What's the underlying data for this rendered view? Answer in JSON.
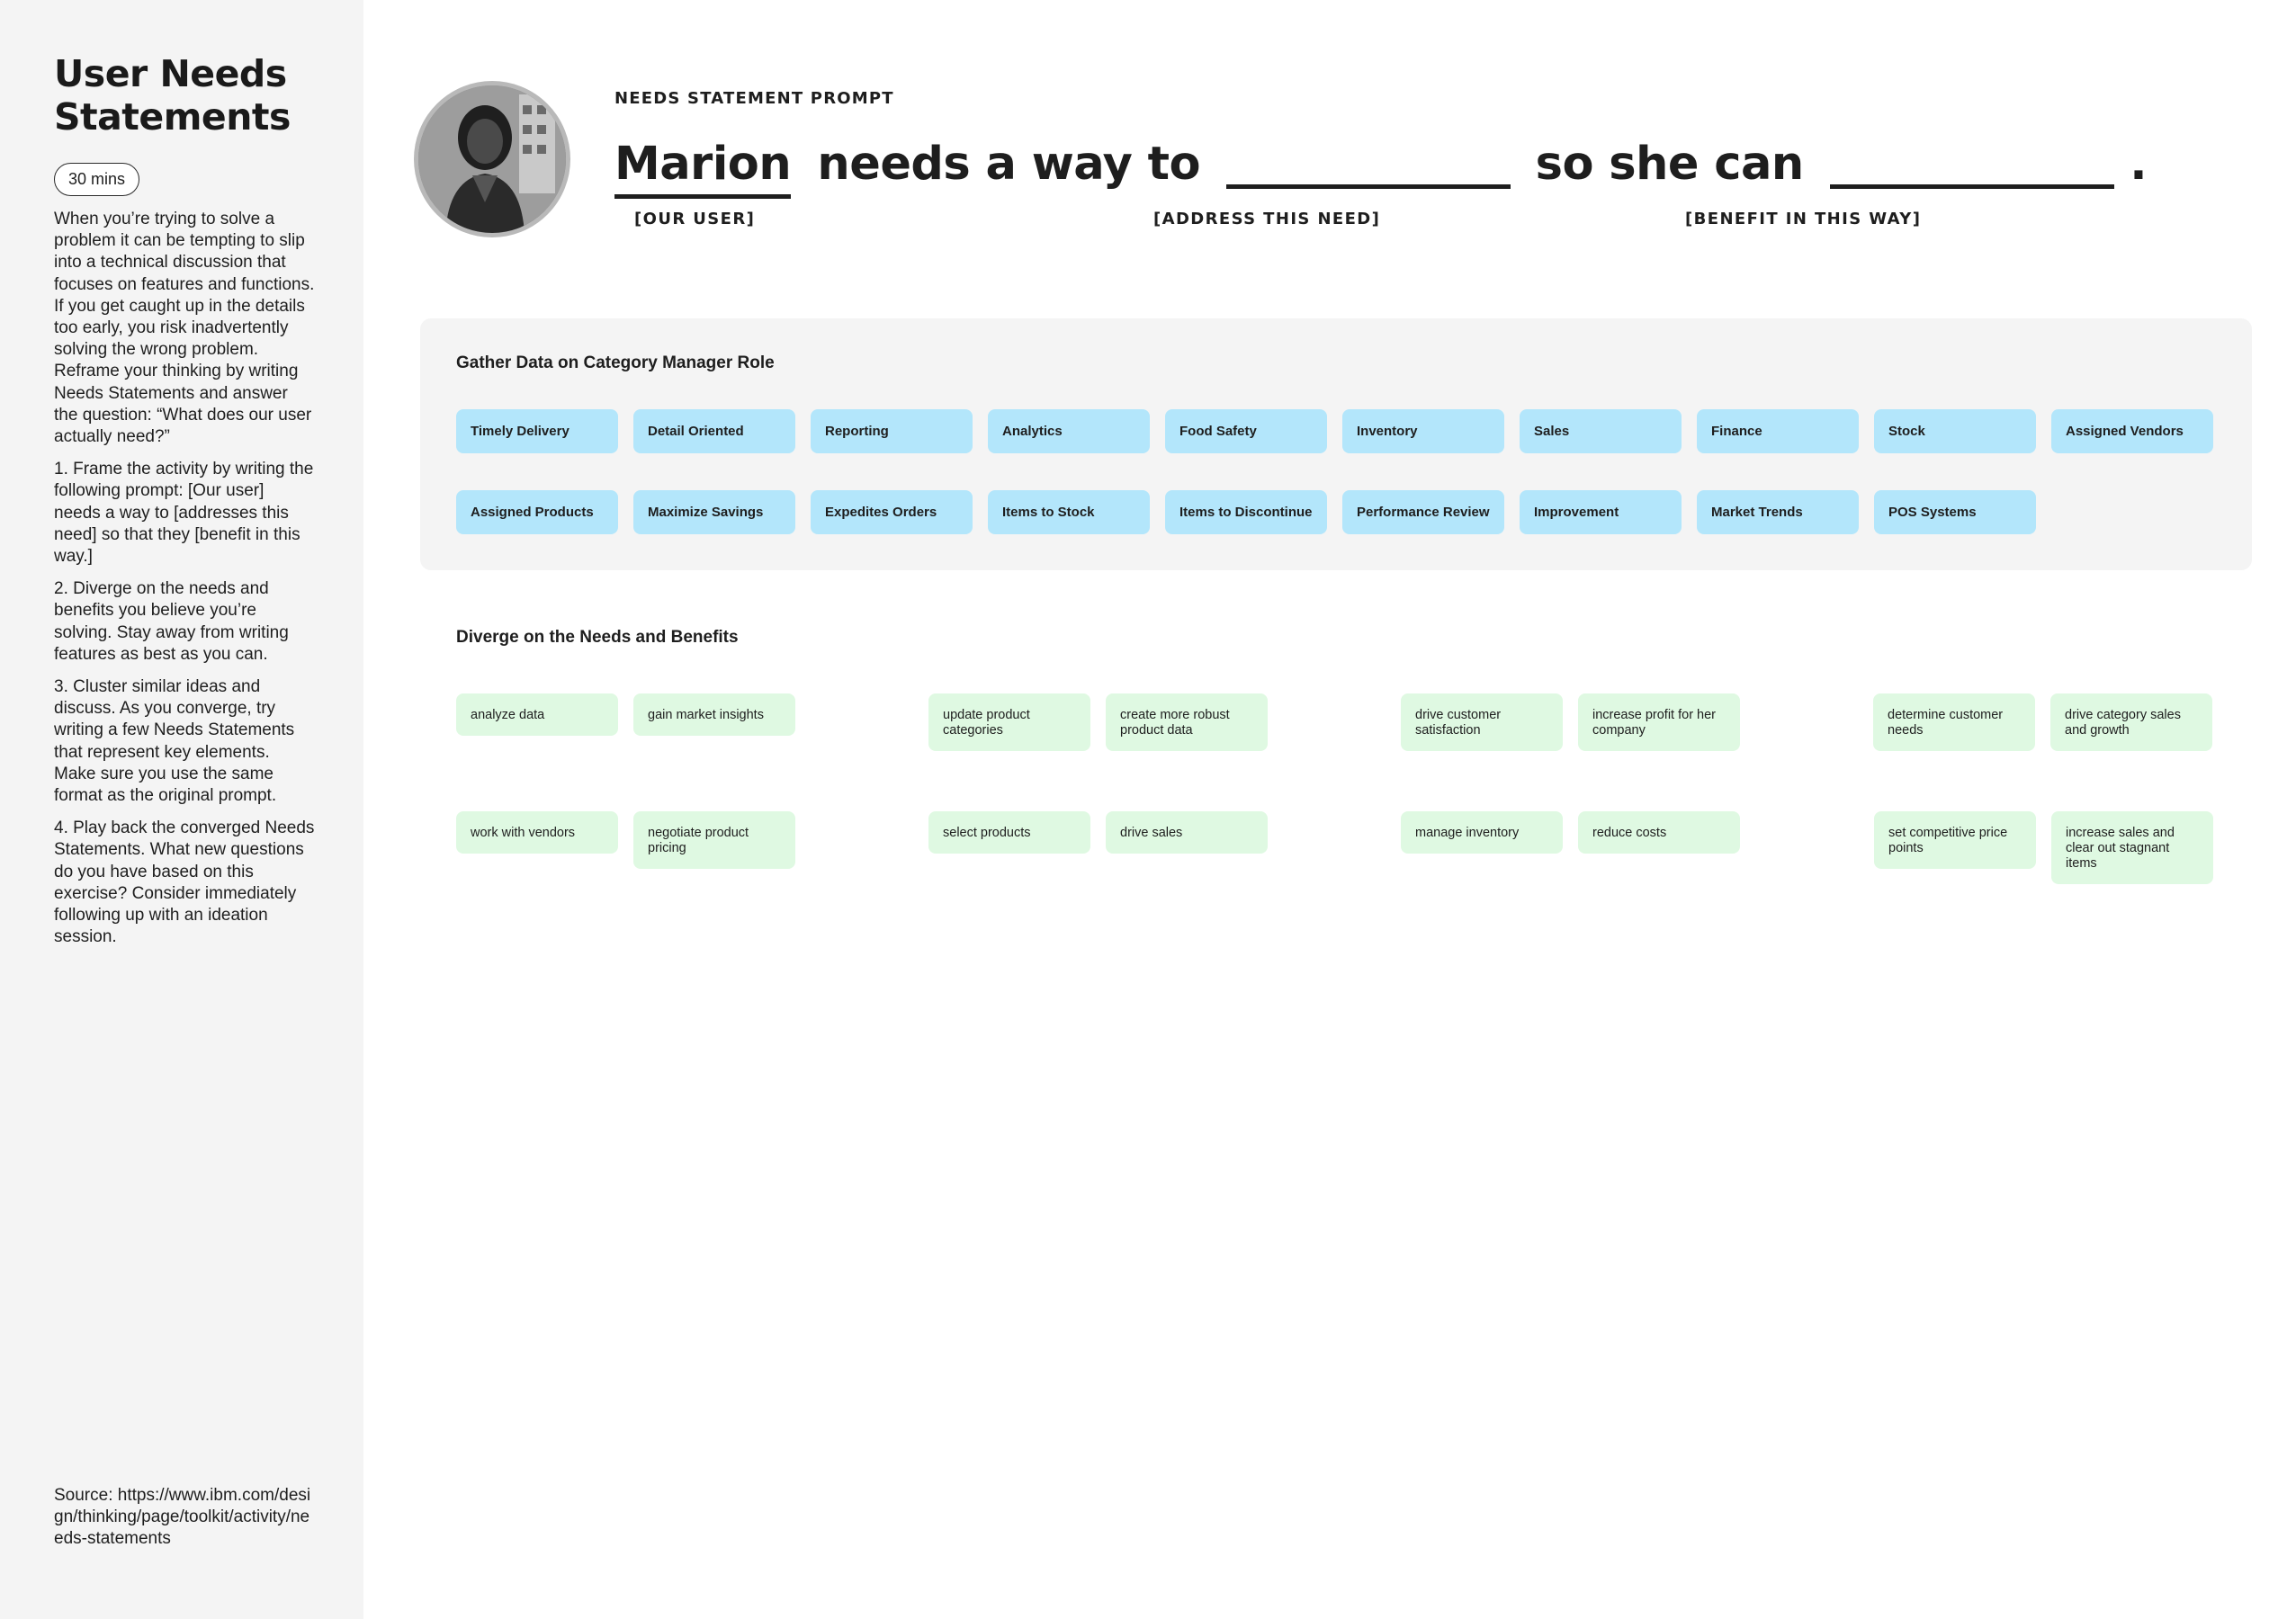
{
  "sidebar": {
    "title": "User Needs Statements",
    "duration": "30 mins",
    "paragraphs": [
      "When you’re trying to solve a problem it can be tempting to slip into a technical discussion that focuses on features and functions. If you get caught up in the details too early, you risk inadvertently solving the wrong problem. Reframe your thinking by writing Needs Statements and answer the question: “What does our user actually need?”",
      "1. Frame the activity by writing the following prompt: [Our user] needs a way to [addresses this need] so that they [benefit in this way.]",
      "2. Diverge on the needs and benefits you believe you’re solving. Stay away from writing features as best as you can.",
      "3. Cluster similar ideas and discuss. As you converge, try writing a few Needs Statements that represent key elements. Make sure you use the same format as the original prompt.",
      "4. Play back the converged Needs Statements. What new questions do you have based on this exercise? Consider immediately following up with an ideation session."
    ],
    "source": "Source: https://www.ibm.com/design/thinking/page/toolkit/activity/needs-statements"
  },
  "prompt": {
    "eyebrow": "NEEDS STATEMENT PROMPT",
    "user": "Marion",
    "needs_text": "needs a way to",
    "so_text": "so she can",
    "period": ".",
    "label_user": "[OUR USER]",
    "label_need": "[ADDRESS THIS NEED]",
    "label_benefit": "[BENEFIT IN THIS WAY]"
  },
  "gather": {
    "title": "Gather Data on Category Manager Role",
    "chips": [
      "Timely Delivery",
      "Detail Oriented",
      "Reporting",
      "Analytics",
      "Food Safety",
      "Inventory",
      "Sales",
      "Finance",
      "Stock",
      "Assigned Vendors",
      "Assigned Products",
      "Maximize Savings",
      "Expedites Orders",
      "Items to Stock",
      "Items to Discontinue",
      "Performance Review",
      "Improvement",
      "Market Trends",
      "POS Systems"
    ],
    "chip_color": "#b3e6fb"
  },
  "diverge": {
    "title": "Diverge on the Needs and Benefits",
    "notes": [
      "analyze data",
      "gain market insights",
      "update product categories",
      "create more robust product data",
      "drive customer satisfaction",
      "increase profit for her company",
      "determine customer needs",
      "drive category sales and growth",
      "work with vendors",
      "negotiate product pricing",
      "select products",
      "drive sales",
      "manage inventory",
      "reduce costs",
      "set competitive price points",
      "increase sales and clear out stagnant items"
    ],
    "note_color": "#dff9e2"
  }
}
